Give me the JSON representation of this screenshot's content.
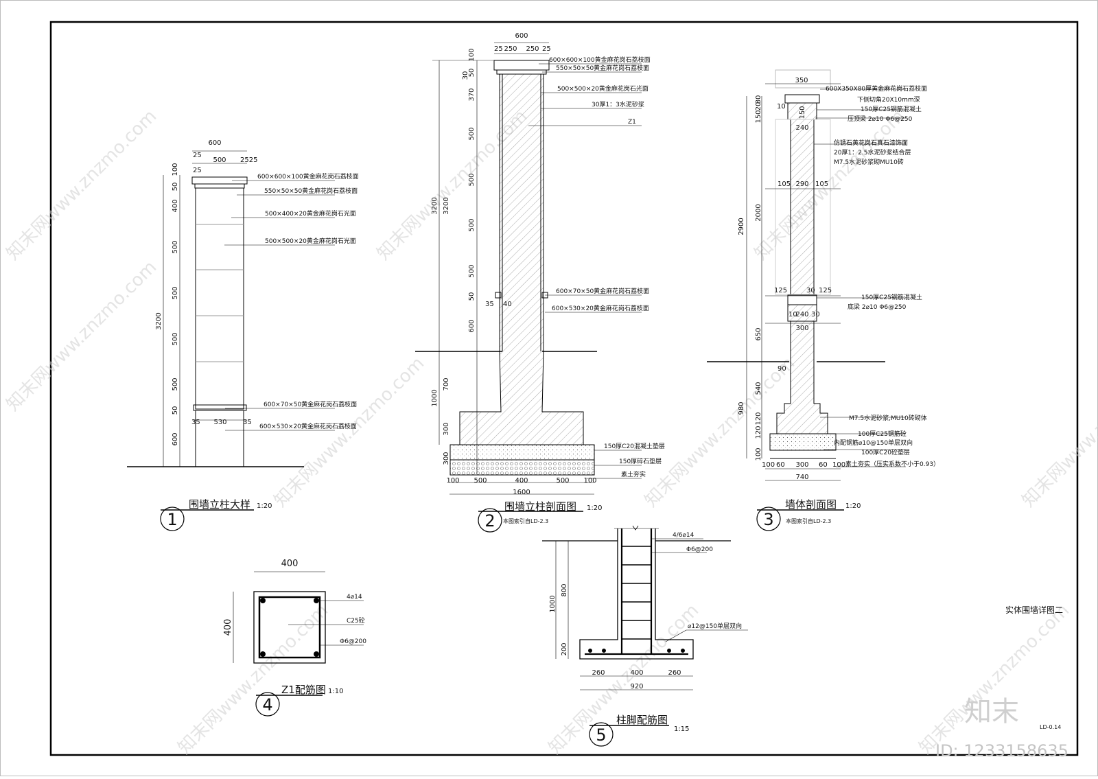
{
  "drawing": {
    "sheet_title": "实体围墙详图二",
    "drawing_no": "LD-0.14",
    "watermark_text": "知末网www.znzmo.com",
    "watermark_logo": "知末",
    "id_text": "ID: 1233158635"
  },
  "detail1": {
    "num": "1",
    "title": "围墙立柱大样",
    "scale": "1:20",
    "dims": {
      "top600": "600",
      "d25a": "25",
      "d500": "500",
      "d2525": "2525",
      "d25b": "25",
      "total": "3200",
      "v100": "100",
      "v50a": "50",
      "v400": "400",
      "v500a": "500",
      "v500b": "500",
      "v500c": "500",
      "v500d": "500",
      "v50b": "50",
      "v600": "600",
      "b35a": "35",
      "b530": "530",
      "b35b": "35"
    },
    "notes": [
      "600×600×100黄金麻花岗石荔枝面",
      "550×50×50黄金麻花岗石荔枝面",
      "500×400×20黄金麻花岗石光面",
      "500×500×20黄金麻花岗石光面",
      "600×70×50黄金麻花岗石荔枝面",
      "600×530×20黄金麻花岗石荔枝面"
    ]
  },
  "detail2": {
    "num": "2",
    "title": "围墙立柱剖面图",
    "scale": "1:20",
    "ref": "本图索引自LD-2.3",
    "dims": {
      "top600": "600",
      "t25a": "25",
      "t250a": "250",
      "t250b": "250",
      "t25b": "25",
      "total": "3200",
      "v3200": "3200",
      "v100": "100",
      "v30": "30",
      "v50": "50",
      "v370": "370",
      "v500a": "500",
      "v500b": "500",
      "v500c": "500",
      "v500d": "500",
      "v50b": "50",
      "v600": "600",
      "v1000": "1000",
      "v700": "700",
      "v300a": "300",
      "v300b": "300",
      "m35": "35",
      "m40": "40",
      "b100a": "100",
      "b500a": "500",
      "b400": "400",
      "b500b": "500",
      "b100b": "100",
      "b1600": "1600"
    },
    "notes": [
      "600×600×100黄金麻花岗石荔枝面",
      "550×50×50黄金麻花岗石荔枝面",
      "500×500×20黄金麻花岗石光面",
      "30厚1：3水泥砂浆",
      "Z1",
      "600×70×50黄金麻花岗石荔枝面",
      "600×530×20黄金麻花岗石荔枝面",
      "150厚C20混凝土垫层",
      "150厚碎石垫层",
      "素土夯实"
    ]
  },
  "detail3": {
    "num": "3",
    "title": "墙体剖面图",
    "scale": "1:20",
    "ref": "本图索引自LD-2.3",
    "dims": {
      "t350": "350",
      "v20": "20",
      "v80": "80",
      "v150": "150",
      "v2900": "2900",
      "v2000": "2000",
      "v650": "650",
      "v980": "980",
      "v540": "540",
      "v120a": "120",
      "v120b": "120",
      "v100a": "100",
      "v10": "10",
      "w150": "150",
      "w240a": "240",
      "w105a": "105",
      "w290": "290",
      "w105b": "105",
      "w125a": "125",
      "w30a": "30",
      "w125b": "125",
      "w10": "10",
      "w240b": "240",
      "w30b": "30",
      "w300a": "300",
      "w90": "90",
      "b100a": "100",
      "b60a": "60",
      "b300": "300",
      "b60b": "60",
      "b100b": "100",
      "b740": "740"
    },
    "notes": [
      "600X350X80厚黄金麻花岗石荔枝面",
      "下侧切角20X10mm深",
      "150厚C25钢筋混凝土",
      "压顶梁 2⌀10  Φ6@250",
      "仿锈石黄花岗石真石漆饰面",
      "20厚1：2.5水泥砂浆结合层",
      "M7.5水泥砂浆砌MU10砖",
      "150厚C25钢筋混凝土",
      "底梁 2⌀10  Φ6@250",
      "M7.5水泥砂浆,MU10砖砌体",
      "100厚C25钢筋砼",
      "内配钢筋⌀10@150单层双向",
      "100厚C20砼垫层",
      "素土夯实（压实系数不小于0.93）"
    ]
  },
  "detail4": {
    "num": "4",
    "title": "Z1配筋图",
    "scale": "1:10",
    "dims": {
      "w400": "400",
      "h400": "400"
    },
    "notes": [
      "4⌀14",
      "C25砼",
      "Φ6@200"
    ]
  },
  "detail5": {
    "num": "5",
    "title": "柱脚配筋图",
    "scale": "1:15",
    "dims": {
      "v1000": "1000",
      "v800": "800",
      "v200": "200",
      "b260a": "260",
      "b400": "400",
      "b260b": "260",
      "b920": "920"
    },
    "notes": [
      "4/6⌀14",
      "Φ6@200",
      "⌀12@150单层双向"
    ]
  }
}
